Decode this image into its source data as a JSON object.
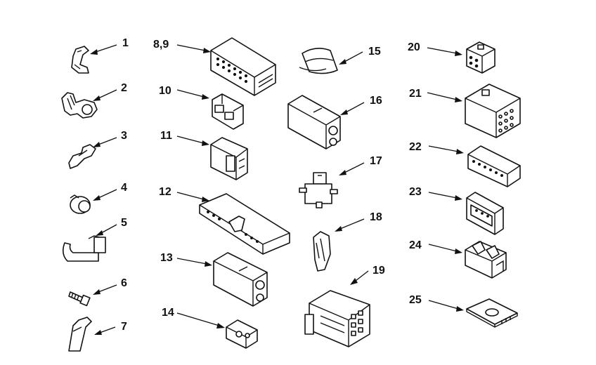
{
  "diagram": {
    "callouts": [
      {
        "id": "1",
        "label": "1"
      },
      {
        "id": "2",
        "label": "2"
      },
      {
        "id": "3",
        "label": "3"
      },
      {
        "id": "4",
        "label": "4"
      },
      {
        "id": "5",
        "label": "5"
      },
      {
        "id": "6",
        "label": "6"
      },
      {
        "id": "7",
        "label": "7"
      },
      {
        "id": "8-9",
        "label": "8,9"
      },
      {
        "id": "10",
        "label": "10"
      },
      {
        "id": "11",
        "label": "11"
      },
      {
        "id": "12",
        "label": "12"
      },
      {
        "id": "13",
        "label": "13"
      },
      {
        "id": "14",
        "label": "14"
      },
      {
        "id": "15",
        "label": "15"
      },
      {
        "id": "16",
        "label": "16"
      },
      {
        "id": "17",
        "label": "17"
      },
      {
        "id": "18",
        "label": "18"
      },
      {
        "id": "19",
        "label": "19"
      },
      {
        "id": "20",
        "label": "20"
      },
      {
        "id": "21",
        "label": "21"
      },
      {
        "id": "22",
        "label": "22"
      },
      {
        "id": "23",
        "label": "23"
      },
      {
        "id": "24",
        "label": "24"
      },
      {
        "id": "25",
        "label": "25"
      }
    ]
  }
}
